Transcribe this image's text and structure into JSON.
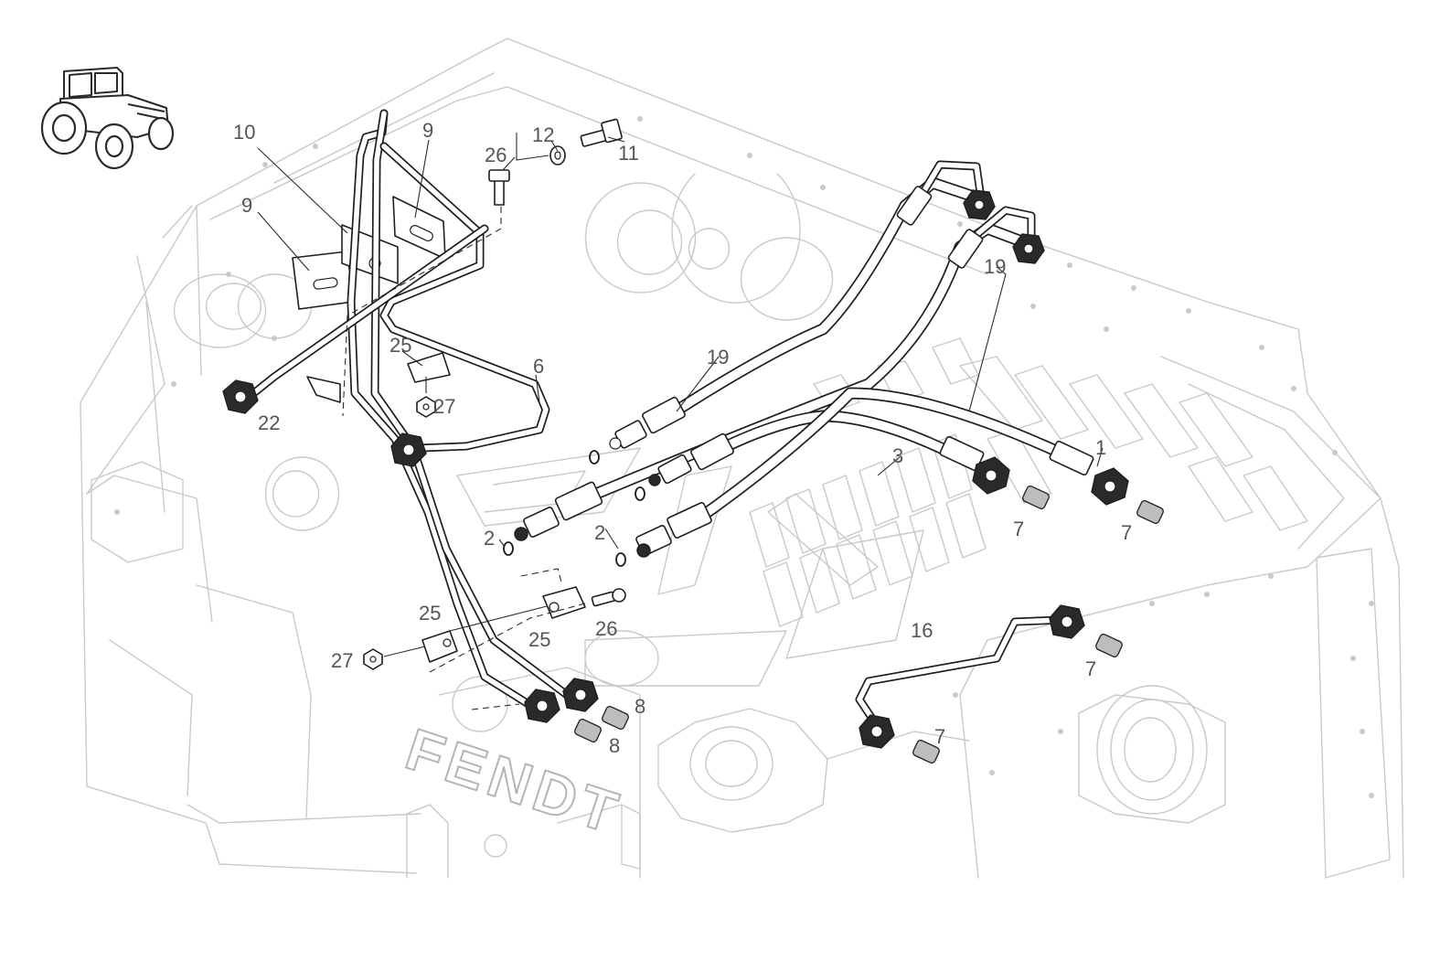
{
  "diagram": {
    "brand_lettering": "FENDT",
    "labels": {
      "c1": "1",
      "c2a": "2",
      "c2b": "2",
      "c3": "3",
      "c6": "6",
      "c7a": "7",
      "c7b": "7",
      "c7c": "7",
      "c7d": "7",
      "c8a": "8",
      "c8b": "8",
      "c9a": "9",
      "c9b": "9",
      "c10": "10",
      "c11": "11",
      "c12": "12",
      "c16": "16",
      "c19a": "19",
      "c19b": "19",
      "c22": "22",
      "c25a": "25",
      "c25b": "25",
      "c25c": "25",
      "c26a": "26",
      "c26b": "26",
      "c27a": "27",
      "c27b": "27"
    }
  }
}
